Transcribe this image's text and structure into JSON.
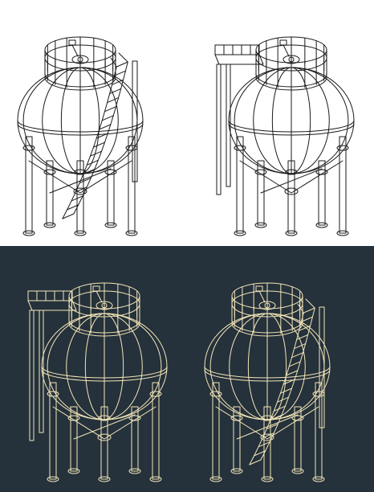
{
  "colors": {
    "light_background": "#ffffff",
    "light_line": "#1a1a1a",
    "dark_background": "#25313b",
    "dark_line": "#f3e6b8"
  },
  "drawings": [
    {
      "panel": "light",
      "view": "tank-with-stair-left"
    },
    {
      "panel": "light",
      "view": "tank-with-platform-right"
    },
    {
      "panel": "dark",
      "view": "tank-with-platform-left"
    },
    {
      "panel": "dark",
      "view": "tank-with-stair-right"
    }
  ]
}
